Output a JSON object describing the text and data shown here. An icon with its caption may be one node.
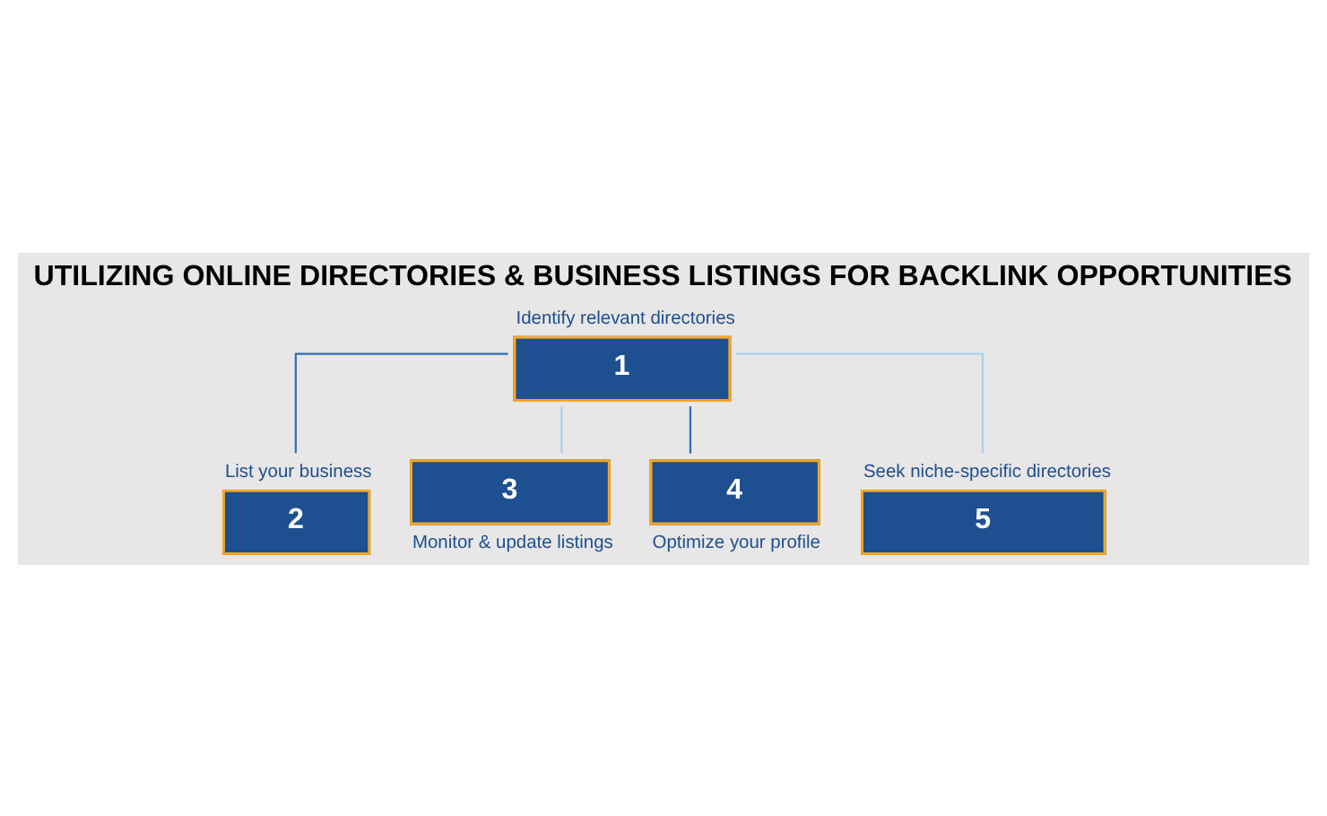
{
  "diagram": {
    "title": "UTILIZING ONLINE DIRECTORIES & BUSINESS LISTINGS FOR BACKLINK OPPORTUNITIES",
    "nodes": [
      {
        "text": [
          "1"
        ],
        "beside": [
          "Identify relevant directories"
        ]
      },
      {
        "text": [
          "2"
        ],
        "beside": [
          "List your business"
        ]
      },
      {
        "text": [
          "3"
        ],
        "beside": [
          "Monitor & update listings"
        ]
      },
      {
        "text": [
          "4"
        ],
        "beside": [
          "Optimize your profile"
        ]
      },
      {
        "text": [
          "5"
        ],
        "beside": [
          "Seek niche-specific directories"
        ]
      }
    ],
    "edges": [
      {
        "from": 0,
        "to": 1,
        "arrow": "none"
      },
      {
        "from": 0,
        "to": 2,
        "arrow": "none",
        "color": "#a9d3ea"
      },
      {
        "from": 0,
        "to": 3,
        "arrow": "none"
      },
      {
        "from": 0,
        "to": 4,
        "arrow": "none",
        "color": "#a9d3ea"
      }
    ]
  }
}
